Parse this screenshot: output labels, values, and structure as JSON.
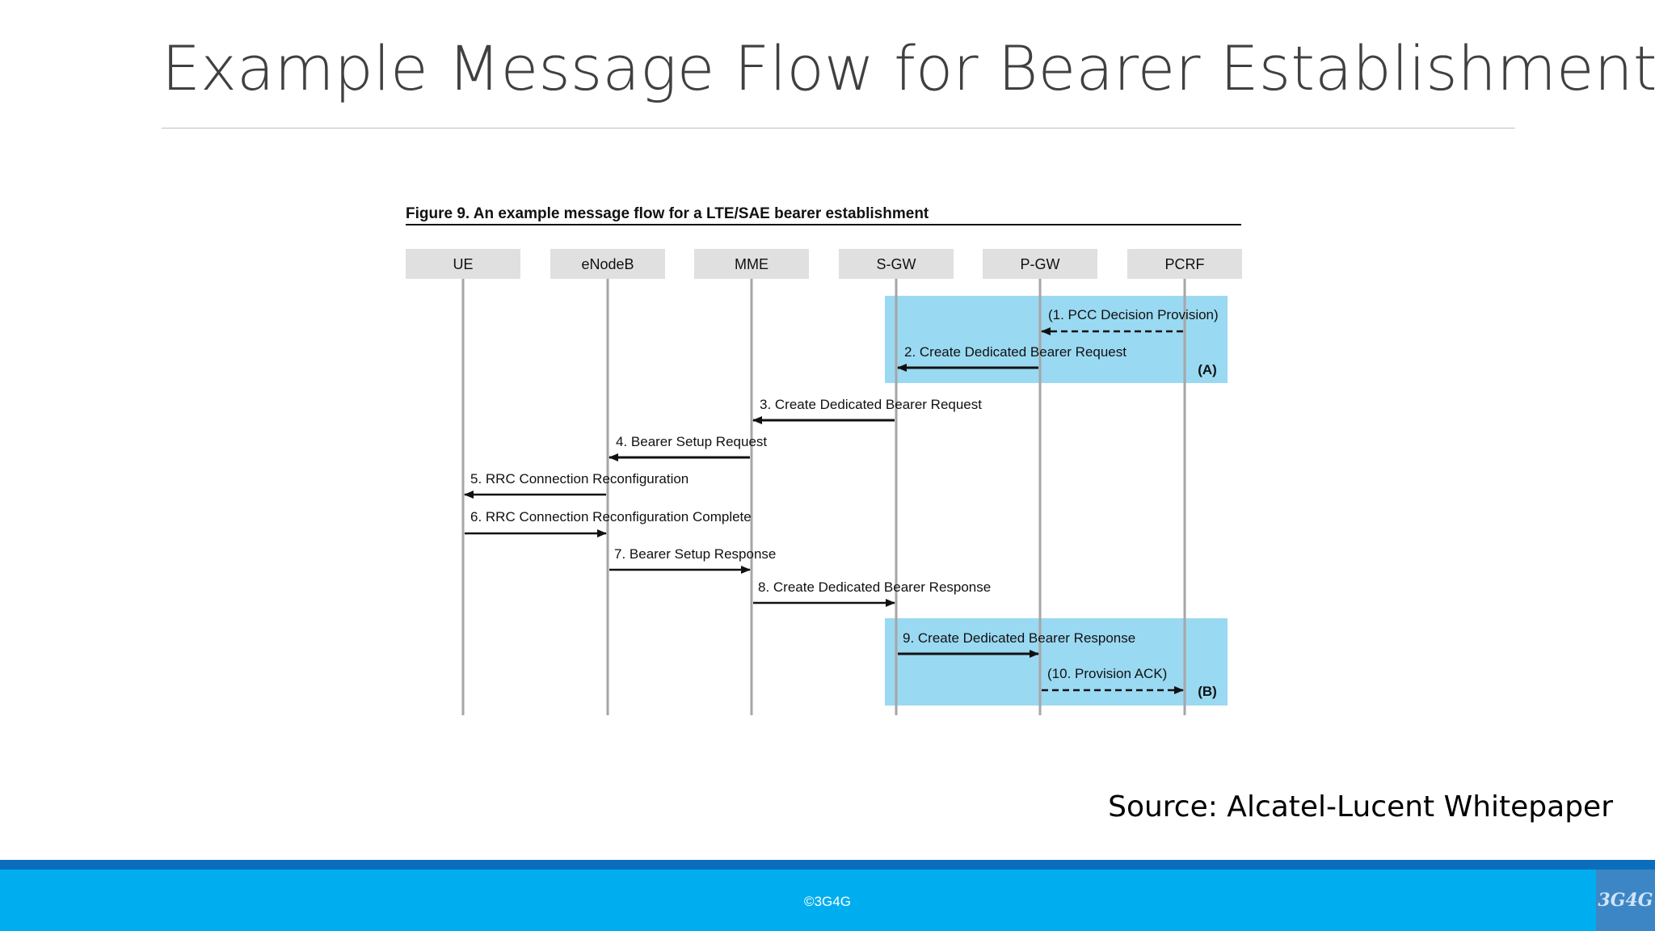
{
  "slide": {
    "title": "Example Message Flow for Bearer Establishment",
    "source": "Source: Alcatel-Lucent Whitepaper",
    "footer_text": "©3G4G",
    "logo_text": "3G4G"
  },
  "diagram": {
    "caption": "Figure 9. An example message flow for a LTE/SAE bearer establishment",
    "entities": [
      "UE",
      "eNodeB",
      "MME",
      "S-GW",
      "P-GW",
      "PCRF"
    ],
    "groups": [
      {
        "label": "(A)",
        "color": "#9ad9f2"
      },
      {
        "label": "(B)",
        "color": "#9ad9f2"
      }
    ],
    "messages": [
      {
        "label": "(1. PCC Decision Provision)",
        "from": "PCRF",
        "to": "P-GW",
        "style": "dashed"
      },
      {
        "label": "2. Create Dedicated Bearer Request",
        "from": "P-GW",
        "to": "S-GW",
        "style": "solid"
      },
      {
        "label": "3. Create Dedicated Bearer Request",
        "from": "S-GW",
        "to": "MME",
        "style": "solid"
      },
      {
        "label": "4. Bearer Setup Request",
        "from": "MME",
        "to": "eNodeB",
        "style": "solid"
      },
      {
        "label": "5. RRC Connection Reconfiguration",
        "from": "eNodeB",
        "to": "UE",
        "style": "solid"
      },
      {
        "label": "6. RRC Connection Reconfiguration Complete",
        "from": "UE",
        "to": "eNodeB",
        "style": "solid"
      },
      {
        "label": "7. Bearer Setup Response",
        "from": "eNodeB",
        "to": "MME",
        "style": "solid"
      },
      {
        "label": "8. Create Dedicated Bearer Response",
        "from": "MME",
        "to": "S-GW",
        "style": "solid"
      },
      {
        "label": "9. Create Dedicated Bearer Response",
        "from": "S-GW",
        "to": "P-GW",
        "style": "solid"
      },
      {
        "label": "(10. Provision ACK)",
        "from": "P-GW",
        "to": "PCRF",
        "style": "dashed"
      }
    ]
  }
}
